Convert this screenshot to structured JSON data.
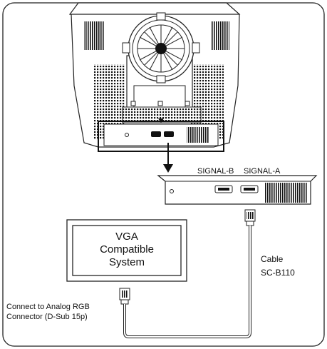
{
  "labels": {
    "signal_b": "SIGNAL-B",
    "signal_a": "SIGNAL-A",
    "cable_line1": "Cable",
    "cable_line2": "SC-B110",
    "vga_line1": "VGA",
    "vga_line2": "Compatible",
    "vga_line3": "System",
    "connect_line1": "Connect to Analog RGB",
    "connect_line2": "Connector (D-Sub 15p)"
  }
}
